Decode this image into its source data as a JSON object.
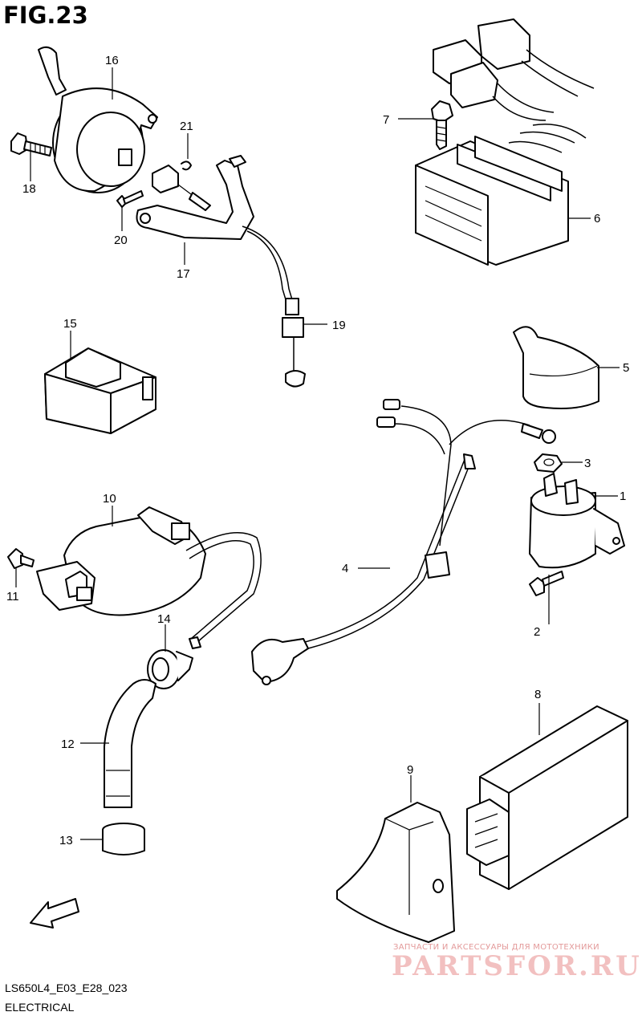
{
  "figure": {
    "title": "FIG.23",
    "code": "LS650L4_E03_E28_023",
    "section": "ELECTRICAL"
  },
  "callouts": [
    "1",
    "2",
    "3",
    "4",
    "5",
    "6",
    "7",
    "8",
    "9",
    "10",
    "11",
    "12",
    "13",
    "14",
    "15",
    "16",
    "17",
    "18",
    "19",
    "20",
    "21"
  ],
  "fwd_label": "FWD",
  "watermark": {
    "tagline": "ЗАПЧАСТИ И АКСЕССУАРЫ ДЛЯ МОТОТЕХНИКИ",
    "brand": "PARTSFOR.RU"
  }
}
